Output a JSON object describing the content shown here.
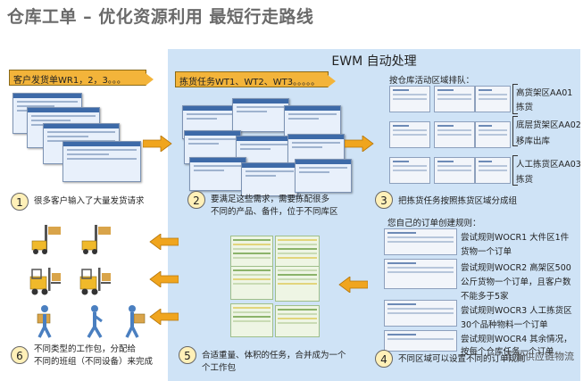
{
  "title": "仓库工单 – 优化资源利用 最短行走路线",
  "panel_title": "EWM 自动处理",
  "banner_left": "客户发货单WR1，2，3。。。",
  "banner_mid": "拣货任务WT1、WT2、WT3。。。。。",
  "queue_header": "按仓库活动区域排队：",
  "zones": [
    {
      "line1": "高货架区AA01",
      "line2": "拣货"
    },
    {
      "line1": "底层货架区AA02",
      "line2": "移库出库"
    },
    {
      "line1": "人工拣货区AA03",
      "line2": "拣货"
    }
  ],
  "rules_header": "您自己的订单创建规则：",
  "rules": [
    {
      "line1": "尝试规则WOCR1 大件区1件",
      "line2": "货物一个订单"
    },
    {
      "line1": "尝试规则WOCR2 高架区500",
      "line2": "公斤货物一个订单，且客户数",
      "line3": "不能多于5家"
    },
    {
      "line1": "尝试规则WOCR3 人工拣货区",
      "line2": "30个品种物料一个订单"
    },
    {
      "line1": "尝试规则WOCR4 其余情况，",
      "line2": "按每个仓库任务一个订单"
    }
  ],
  "steps": [
    {
      "num": "1",
      "text1": "很多客户输入了大量发货请求",
      "text2": ""
    },
    {
      "num": "2",
      "text1": "要满足这些需求，需要拣配很多",
      "text2": "不同的产品、备件，位于不同库区"
    },
    {
      "num": "3",
      "text1": "把拣货任务按照拣货区域分成组",
      "text2": ""
    },
    {
      "num": "4",
      "text1": "不同区域可以设置不同的订单规则",
      "text2": ""
    },
    {
      "num": "5",
      "text1": "合适重量、体积的任务，合并成为一个",
      "text2": "个工作包"
    },
    {
      "num": "6",
      "text1": "不同类型的工作包，分配给",
      "text2": "不同的班组（不同设备）来完成"
    }
  ],
  "watermark": "汇智供应链物流",
  "colors": {
    "panel": "#cfe3f6",
    "arrow": "#f0a51e",
    "banner": "#f3b43a",
    "badge": "#fff0b8"
  }
}
